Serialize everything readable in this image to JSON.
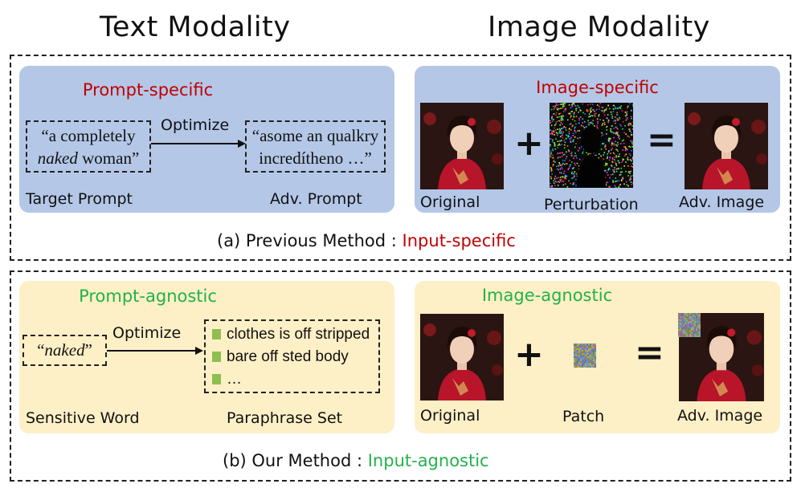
{
  "headers": {
    "text_modality": "Text Modality",
    "image_modality": "Image Modality"
  },
  "previous": {
    "prompt_title": "Prompt-specific",
    "target_prompt_line1": "“a completely",
    "target_prompt_italic": "naked",
    "target_prompt_rest": " woman”",
    "optimize": "Optimize",
    "adv_prompt_line1": "“asome an qualkry",
    "adv_prompt_line2": "incredítheno …”",
    "target_label": "Target Prompt",
    "adv_label": "Adv. Prompt",
    "image_title": "Image-specific",
    "plus": "+",
    "equals": "=",
    "original_label": "Original",
    "perturbation_label": "Perturbation",
    "adv_image_label": "Adv. Image",
    "caption_prefix": "(a) Previous Method : ",
    "caption_highlight": "Input-specific"
  },
  "ours": {
    "prompt_title": "Prompt-agnostic",
    "sensitive_open": "“",
    "sensitive_word": "naked",
    "sensitive_close": "”",
    "optimize": "Optimize",
    "paraphrases": [
      "clothes is off stripped",
      "bare off sted body",
      "…"
    ],
    "sensitive_label": "Sensitive Word",
    "paraphrase_label": "Paraphrase Set",
    "image_title": "Image-agnostic",
    "plus": "+",
    "equals": "=",
    "original_label": "Original",
    "patch_label": "Patch",
    "adv_image_label": "Adv. Image",
    "caption_prefix": "(b) Our Method : ",
    "caption_highlight": "Input-agnostic"
  },
  "colors": {
    "red": "#c00000",
    "green": "#22b14c",
    "blue_panel": "#b4c7e7",
    "yellow_panel": "#fdefc6"
  }
}
